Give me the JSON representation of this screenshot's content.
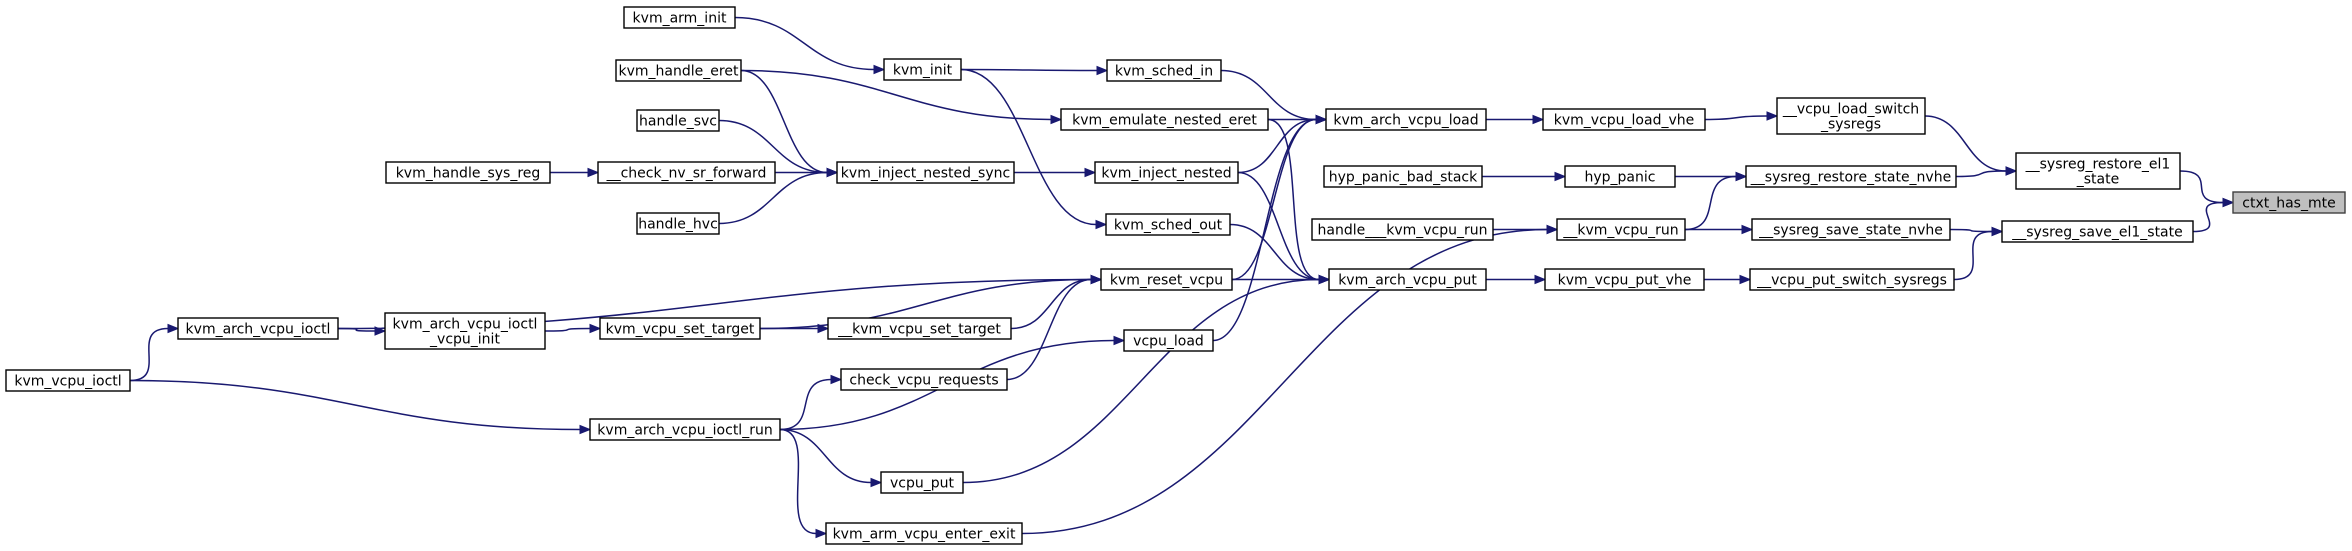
{
  "colors": {
    "edge": "#191970",
    "node_border": "#000000",
    "node_fill": "#ffffff",
    "root_fill": "#bfbfbf",
    "root_border": "#404040"
  },
  "nodes": [
    {
      "id": "ctxt_has_mte",
      "lines": [
        "ctxt_has_mte"
      ],
      "root": true
    },
    {
      "id": "sysreg_restore_el1_state",
      "lines": [
        "__sysreg_restore_el1",
        "_state"
      ]
    },
    {
      "id": "sysreg_save_el1_state",
      "lines": [
        "__sysreg_save_el1_state"
      ]
    },
    {
      "id": "vcpu_load_switch_sysregs",
      "lines": [
        "__vcpu_load_switch",
        "_sysregs"
      ]
    },
    {
      "id": "sysreg_restore_state_nvhe",
      "lines": [
        "__sysreg_restore_state_nvhe"
      ]
    },
    {
      "id": "sysreg_save_state_nvhe",
      "lines": [
        "__sysreg_save_state_nvhe"
      ]
    },
    {
      "id": "vcpu_put_switch_sysregs",
      "lines": [
        "__vcpu_put_switch_sysregs"
      ]
    },
    {
      "id": "kvm_vcpu_load_vhe",
      "lines": [
        "kvm_vcpu_load_vhe"
      ]
    },
    {
      "id": "hyp_panic",
      "lines": [
        "hyp_panic"
      ]
    },
    {
      "id": "kvm_vcpu_run",
      "lines": [
        "__kvm_vcpu_run"
      ]
    },
    {
      "id": "kvm_vcpu_put_vhe",
      "lines": [
        "kvm_vcpu_put_vhe"
      ]
    },
    {
      "id": "kvm_arch_vcpu_load",
      "lines": [
        "kvm_arch_vcpu_load"
      ]
    },
    {
      "id": "hyp_panic_bad_stack",
      "lines": [
        "hyp_panic_bad_stack"
      ]
    },
    {
      "id": "handle_kvm_vcpu_run",
      "lines": [
        "handle___kvm_vcpu_run"
      ]
    },
    {
      "id": "kvm_arch_vcpu_put",
      "lines": [
        "kvm_arch_vcpu_put"
      ]
    },
    {
      "id": "kvm_sched_in",
      "lines": [
        "kvm_sched_in"
      ]
    },
    {
      "id": "kvm_emulate_nested_eret",
      "lines": [
        "kvm_emulate_nested_eret"
      ]
    },
    {
      "id": "kvm_inject_nested",
      "lines": [
        "kvm_inject_nested"
      ]
    },
    {
      "id": "kvm_sched_out",
      "lines": [
        "kvm_sched_out"
      ]
    },
    {
      "id": "kvm_reset_vcpu",
      "lines": [
        "kvm_reset_vcpu"
      ]
    },
    {
      "id": "vcpu_load",
      "lines": [
        "vcpu_load"
      ]
    },
    {
      "id": "vcpu_put",
      "lines": [
        "vcpu_put"
      ]
    },
    {
      "id": "kvm_arm_vcpu_enter_exit",
      "lines": [
        "kvm_arm_vcpu_enter_exit"
      ]
    },
    {
      "id": "kvm_init",
      "lines": [
        "kvm_init"
      ]
    },
    {
      "id": "kvm_inject_nested_sync",
      "lines": [
        "kvm_inject_nested_sync"
      ]
    },
    {
      "id": "kvm_vcpu_set_target_dunder",
      "lines": [
        "__kvm_vcpu_set_target"
      ]
    },
    {
      "id": "check_vcpu_requests",
      "lines": [
        "check_vcpu_requests"
      ]
    },
    {
      "id": "kvm_arch_vcpu_ioctl_run",
      "lines": [
        "kvm_arch_vcpu_ioctl_run"
      ]
    },
    {
      "id": "kvm_arm_init",
      "lines": [
        "kvm_arm_init"
      ]
    },
    {
      "id": "kvm_handle_eret",
      "lines": [
        "kvm_handle_eret"
      ]
    },
    {
      "id": "handle_svc",
      "lines": [
        "handle_svc"
      ]
    },
    {
      "id": "check_nv_sr_forward",
      "lines": [
        "__check_nv_sr_forward"
      ]
    },
    {
      "id": "handle_hvc",
      "lines": [
        "handle_hvc"
      ]
    },
    {
      "id": "kvm_vcpu_set_target",
      "lines": [
        "kvm_vcpu_set_target"
      ]
    },
    {
      "id": "kvm_handle_sys_reg",
      "lines": [
        "kvm_handle_sys_reg"
      ]
    },
    {
      "id": "kvm_arch_vcpu_ioctl_vcpu_init",
      "lines": [
        "kvm_arch_vcpu_ioctl",
        "_vcpu_init"
      ]
    },
    {
      "id": "kvm_arch_vcpu_ioctl",
      "lines": [
        "kvm_arch_vcpu_ioctl"
      ]
    },
    {
      "id": "kvm_vcpu_ioctl",
      "lines": [
        "kvm_vcpu_ioctl"
      ]
    }
  ],
  "edges": [
    {
      "from": "sysreg_restore_el1_state",
      "to": "ctxt_has_mte"
    },
    {
      "from": "sysreg_save_el1_state",
      "to": "ctxt_has_mte"
    },
    {
      "from": "vcpu_load_switch_sysregs",
      "to": "sysreg_restore_el1_state"
    },
    {
      "from": "sysreg_restore_state_nvhe",
      "to": "sysreg_restore_el1_state"
    },
    {
      "from": "sysreg_save_state_nvhe",
      "to": "sysreg_save_el1_state"
    },
    {
      "from": "vcpu_put_switch_sysregs",
      "to": "sysreg_save_el1_state"
    },
    {
      "from": "kvm_vcpu_load_vhe",
      "to": "vcpu_load_switch_sysregs"
    },
    {
      "from": "hyp_panic",
      "to": "sysreg_restore_state_nvhe"
    },
    {
      "from": "kvm_vcpu_run",
      "to": "sysreg_restore_state_nvhe"
    },
    {
      "from": "kvm_vcpu_run",
      "to": "sysreg_save_state_nvhe"
    },
    {
      "from": "kvm_vcpu_put_vhe",
      "to": "vcpu_put_switch_sysregs"
    },
    {
      "from": "kvm_arch_vcpu_load",
      "to": "kvm_vcpu_load_vhe"
    },
    {
      "from": "hyp_panic_bad_stack",
      "to": "hyp_panic"
    },
    {
      "from": "handle_kvm_vcpu_run",
      "to": "kvm_vcpu_run"
    },
    {
      "from": "kvm_arm_vcpu_enter_exit",
      "to": "kvm_vcpu_run"
    },
    {
      "from": "kvm_arch_vcpu_put",
      "to": "kvm_vcpu_put_vhe"
    },
    {
      "from": "kvm_sched_in",
      "to": "kvm_arch_vcpu_load"
    },
    {
      "from": "kvm_emulate_nested_eret",
      "to": "kvm_arch_vcpu_load"
    },
    {
      "from": "kvm_inject_nested",
      "to": "kvm_arch_vcpu_load"
    },
    {
      "from": "kvm_reset_vcpu",
      "to": "kvm_arch_vcpu_load"
    },
    {
      "from": "vcpu_load",
      "to": "kvm_arch_vcpu_load"
    },
    {
      "from": "kvm_emulate_nested_eret",
      "to": "kvm_arch_vcpu_put"
    },
    {
      "from": "kvm_inject_nested",
      "to": "kvm_arch_vcpu_put"
    },
    {
      "from": "kvm_sched_out",
      "to": "kvm_arch_vcpu_put"
    },
    {
      "from": "kvm_reset_vcpu",
      "to": "kvm_arch_vcpu_put"
    },
    {
      "from": "vcpu_put",
      "to": "kvm_arch_vcpu_put"
    },
    {
      "from": "kvm_init",
      "to": "kvm_sched_in"
    },
    {
      "from": "kvm_init",
      "to": "kvm_sched_out"
    },
    {
      "from": "kvm_handle_eret",
      "to": "kvm_emulate_nested_eret"
    },
    {
      "from": "kvm_inject_nested_sync",
      "to": "kvm_inject_nested"
    },
    {
      "from": "kvm_arch_vcpu_ioctl",
      "to": "kvm_reset_vcpu"
    },
    {
      "from": "kvm_vcpu_set_target",
      "to": "kvm_reset_vcpu"
    },
    {
      "from": "kvm_vcpu_set_target_dunder",
      "to": "kvm_reset_vcpu"
    },
    {
      "from": "check_vcpu_requests",
      "to": "kvm_reset_vcpu"
    },
    {
      "from": "kvm_arch_vcpu_ioctl_run",
      "to": "vcpu_load"
    },
    {
      "from": "kvm_arch_vcpu_ioctl_run",
      "to": "vcpu_put"
    },
    {
      "from": "kvm_arch_vcpu_ioctl_run",
      "to": "check_vcpu_requests"
    },
    {
      "from": "kvm_arch_vcpu_ioctl_run",
      "to": "kvm_arm_vcpu_enter_exit"
    },
    {
      "from": "kvm_arm_init",
      "to": "kvm_init"
    },
    {
      "from": "kvm_handle_eret",
      "to": "kvm_inject_nested_sync"
    },
    {
      "from": "handle_svc",
      "to": "kvm_inject_nested_sync"
    },
    {
      "from": "check_nv_sr_forward",
      "to": "kvm_inject_nested_sync"
    },
    {
      "from": "handle_hvc",
      "to": "kvm_inject_nested_sync"
    },
    {
      "from": "kvm_vcpu_set_target",
      "to": "kvm_vcpu_set_target_dunder"
    },
    {
      "from": "kvm_handle_sys_reg",
      "to": "check_nv_sr_forward"
    },
    {
      "from": "kvm_arch_vcpu_ioctl_vcpu_init",
      "to": "kvm_vcpu_set_target"
    },
    {
      "from": "kvm_arch_vcpu_ioctl",
      "to": "kvm_arch_vcpu_ioctl_vcpu_init"
    },
    {
      "from": "kvm_vcpu_ioctl",
      "to": "kvm_arch_vcpu_ioctl"
    },
    {
      "from": "kvm_vcpu_ioctl",
      "to": "kvm_arch_vcpu_ioctl_run"
    }
  ]
}
